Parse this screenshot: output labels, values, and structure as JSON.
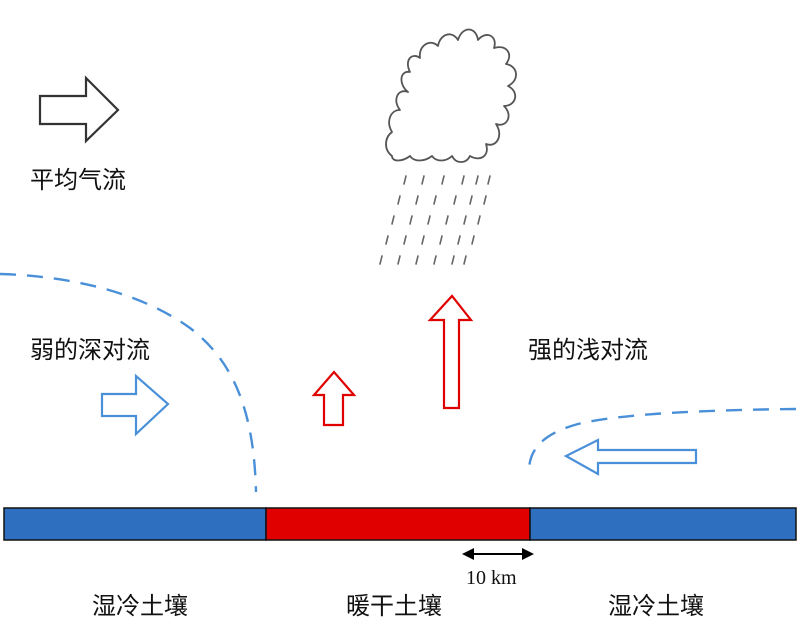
{
  "labels": {
    "mean_flow": "平均气流",
    "weak_deep_convection": "弱的深对流",
    "strong_shallow_convection": "强的浅对流",
    "wet_cold_soil_left": "湿冷土壤",
    "warm_dry_soil": "暖干土壤",
    "wet_cold_soil_right": "湿冷土壤",
    "scale": "10 km"
  },
  "colors": {
    "wet_soil": "#2e6fbf",
    "dry_soil": "#e00000",
    "blue_arrow": "#4a90d9",
    "red_arrow": "#e00000",
    "mean_flow_arrow": "#333333",
    "cloud": "#555555",
    "rain": "#666666",
    "dashed_circulation": "#4a90d9"
  },
  "icons": {
    "mean_flow_arrow": "right-arrow-outline-icon",
    "cloud": "cloud-icon",
    "rain": "rain-streaks-icon"
  }
}
